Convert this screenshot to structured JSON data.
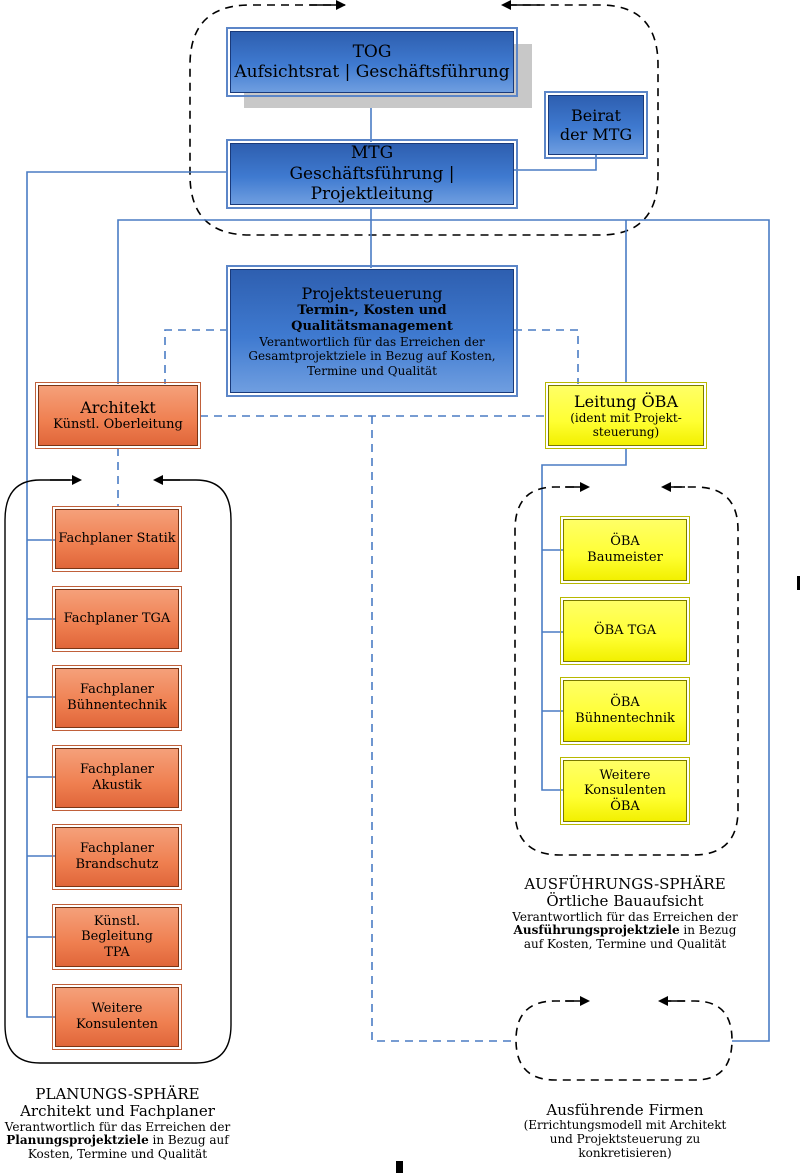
{
  "top": {
    "tog": {
      "line1": "TOG",
      "line2": "Aufsichtsrat | Geschäftsführung"
    },
    "beirat": {
      "line1": "Beirat",
      "line2": "der MTG"
    },
    "mtg": {
      "line1": "MTG",
      "line2": "Geschäftsführung | Projektleitung"
    }
  },
  "projektsteuerung": {
    "title": "Projektsteuerung",
    "bold1": "Termin-, Kosten und",
    "bold2": "Qualitätsmanagement",
    "desc": "Verantwortlich für das Erreichen der Gesamtprojektziele in Bezug auf Kosten, Termine und Qualität"
  },
  "architekt": {
    "title": "Architekt",
    "sub": "Künstl. Oberleitung"
  },
  "leitung_oeba": {
    "title": "Leitung ÖBA",
    "sub1": "(ident mit Projekt-",
    "sub2": "steuerung)"
  },
  "planung_boxes": [
    {
      "l1": "Fachplaner Statik",
      "l2": ""
    },
    {
      "l1": "Fachplaner TGA",
      "l2": ""
    },
    {
      "l1": "Fachplaner",
      "l2": "Bühnentechnik"
    },
    {
      "l1": "Fachplaner Akustik",
      "l2": ""
    },
    {
      "l1": "Fachplaner",
      "l2": "Brandschutz"
    },
    {
      "l1": "Künstl. Begleitung",
      "l2": "TPA"
    },
    {
      "l1": "Weitere",
      "l2": "Konsulenten"
    }
  ],
  "oeba_boxes": [
    {
      "l1": "ÖBA",
      "l2": "Baumeister",
      "l3": ""
    },
    {
      "l1": "ÖBA TGA",
      "l2": "",
      "l3": ""
    },
    {
      "l1": "ÖBA Bühnentechnik",
      "l2": "",
      "l3": ""
    },
    {
      "l1": "Weitere",
      "l2": "Konsulenten",
      "l3": "ÖBA"
    }
  ],
  "planung_caption": {
    "title": "PLANUNGS-SPHÄRE",
    "sub": "Architekt und Fachplaner",
    "desc_pre": "Verantwortlich für das Erreichen der",
    "desc_bold": "Planungsprojektziele",
    "desc_post": " in Bezug auf",
    "desc_end": "Kosten, Termine und Qualität"
  },
  "ausfuehrung_caption": {
    "title": "AUSFÜHRUNGS-SPHÄRE",
    "sub": "Örtliche Bauaufsicht",
    "desc_pre": "Verantwortlich für das Erreichen der",
    "desc_bold": "Ausführungsprojektziele",
    "desc_post": " in Bezug",
    "desc_end": "auf Kosten, Termine und Qualität"
  },
  "firmen_caption": {
    "title": "Ausführende Firmen",
    "l1": "(Errichtungsmodell mit Architekt",
    "l2": "und Projektsteuerung zu",
    "l3": "konkretisieren)"
  },
  "colors": {
    "blue": "#3f7ad0",
    "orange": "#ef7f50",
    "yellow": "#ffff33",
    "line": "#4a7cc4"
  }
}
